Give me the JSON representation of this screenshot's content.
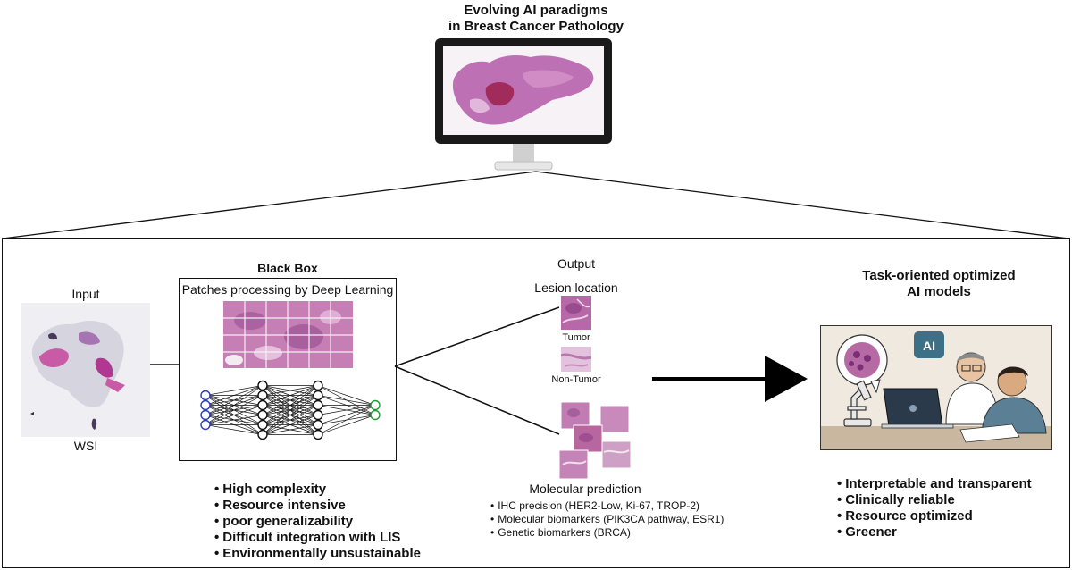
{
  "title": {
    "line1": "Evolving AI paradigms",
    "line2": "in Breast Cancer Pathology"
  },
  "input": {
    "label": "Input",
    "caption": "WSI"
  },
  "black_box": {
    "title": "Black Box",
    "subtitle": "Patches processing by Deep Learning"
  },
  "output": {
    "label": "Output",
    "lesion_location": "Lesion location",
    "tumor": "Tumor",
    "non_tumor": "Non-Tumor",
    "molecular_prediction": "Molecular prediction",
    "predictions": [
      "IHC precision (HER2-Low, Ki-67, TROP-2)",
      "Molecular biomarkers (PIK3CA pathway, ESR1)",
      "Genetic biomarkers (BRCA)"
    ]
  },
  "limitations": [
    "High complexity",
    "Resource intensive",
    "poor generalizability",
    "Difficult integration with LIS",
    "Environmentally unsustainable"
  ],
  "optimized": {
    "title_line1": "Task-oriented optimized",
    "title_line2": "AI models",
    "badge": "AI",
    "benefits": [
      "Interpretable and transparent",
      "Clinically reliable",
      "Resource optimized",
      "Greener"
    ]
  },
  "colors": {
    "tissue_pink": "#c85aa6",
    "tissue_purple": "#8a3f98",
    "input_node": "#2b3fb8",
    "output_node": "#1f9a3a",
    "ai_badge": "#3d6f86"
  }
}
